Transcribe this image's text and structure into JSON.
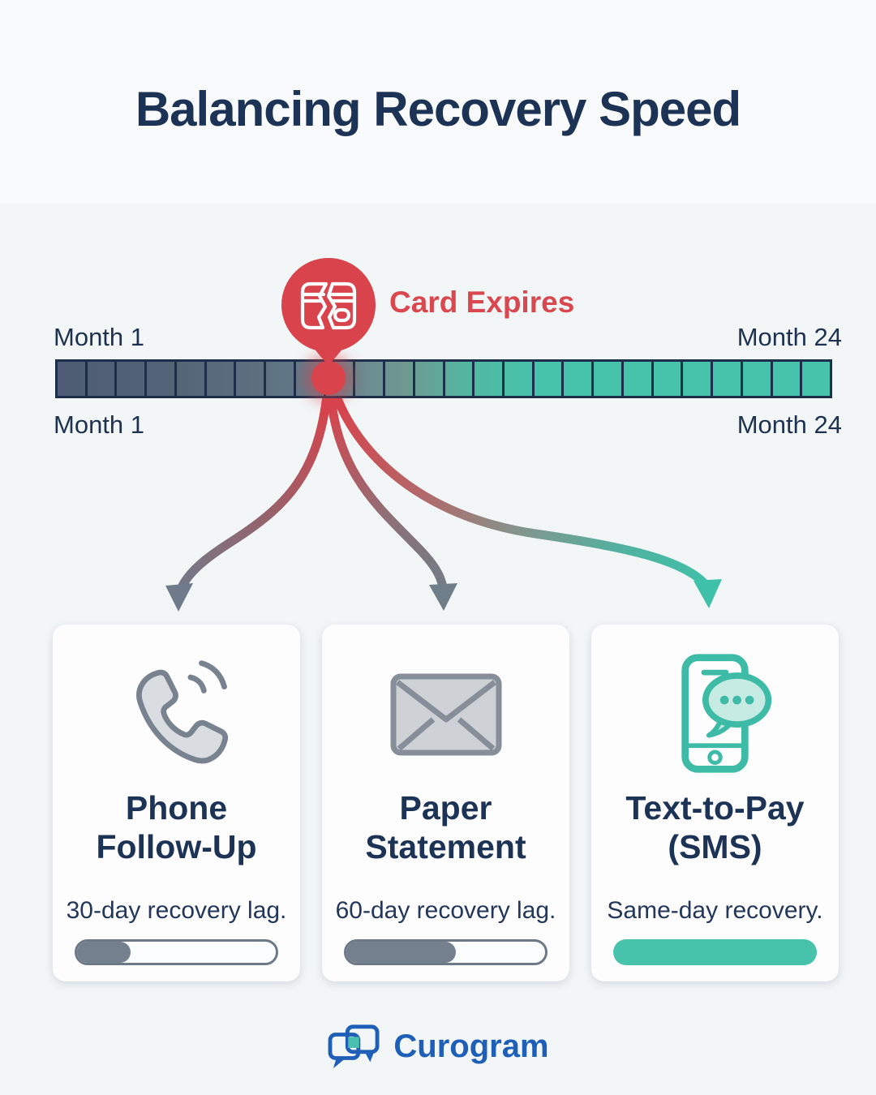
{
  "page": {
    "title": "Balancing Recovery Speed",
    "background_top": "#f9fafb",
    "background_main": "#f2f6f7",
    "title_color": "#1d3356"
  },
  "timeline": {
    "marker_label": "Card Expires",
    "marker_icon": "broken-credit-card-icon",
    "labels": {
      "top_left": "Month 1",
      "top_right": "Month 24",
      "bottom_left": "Month 1",
      "bottom_right": "Month 24"
    },
    "segment_count": 26,
    "colors": {
      "gradient_start": "#4d5c74",
      "gradient_end": "#47c2ab",
      "segment_border": "#1c2e4a",
      "marker_red": "#d8434c"
    }
  },
  "cards": [
    {
      "icon": "phone-icon",
      "title_line1": "Phone",
      "title_line2": "Follow-Up",
      "description": "30-day recovery lag.",
      "progress_percent": 27,
      "progress_color": "#75808f",
      "track_outlined": true
    },
    {
      "icon": "envelope-icon",
      "title_line1": "Paper",
      "title_line2": "Statement",
      "description": "60-day recovery lag.",
      "progress_percent": 55,
      "progress_color": "#75808f",
      "track_outlined": true
    },
    {
      "icon": "sms-phone-icon",
      "title_line1": "Text-to-Pay",
      "title_line2": "(SMS)",
      "description": "Same-day recovery.",
      "progress_percent": 100,
      "progress_color": "#47c2ab",
      "track_outlined": false
    }
  ],
  "footer": {
    "brand": "Curogram",
    "brand_color": "#1f5fb8"
  }
}
